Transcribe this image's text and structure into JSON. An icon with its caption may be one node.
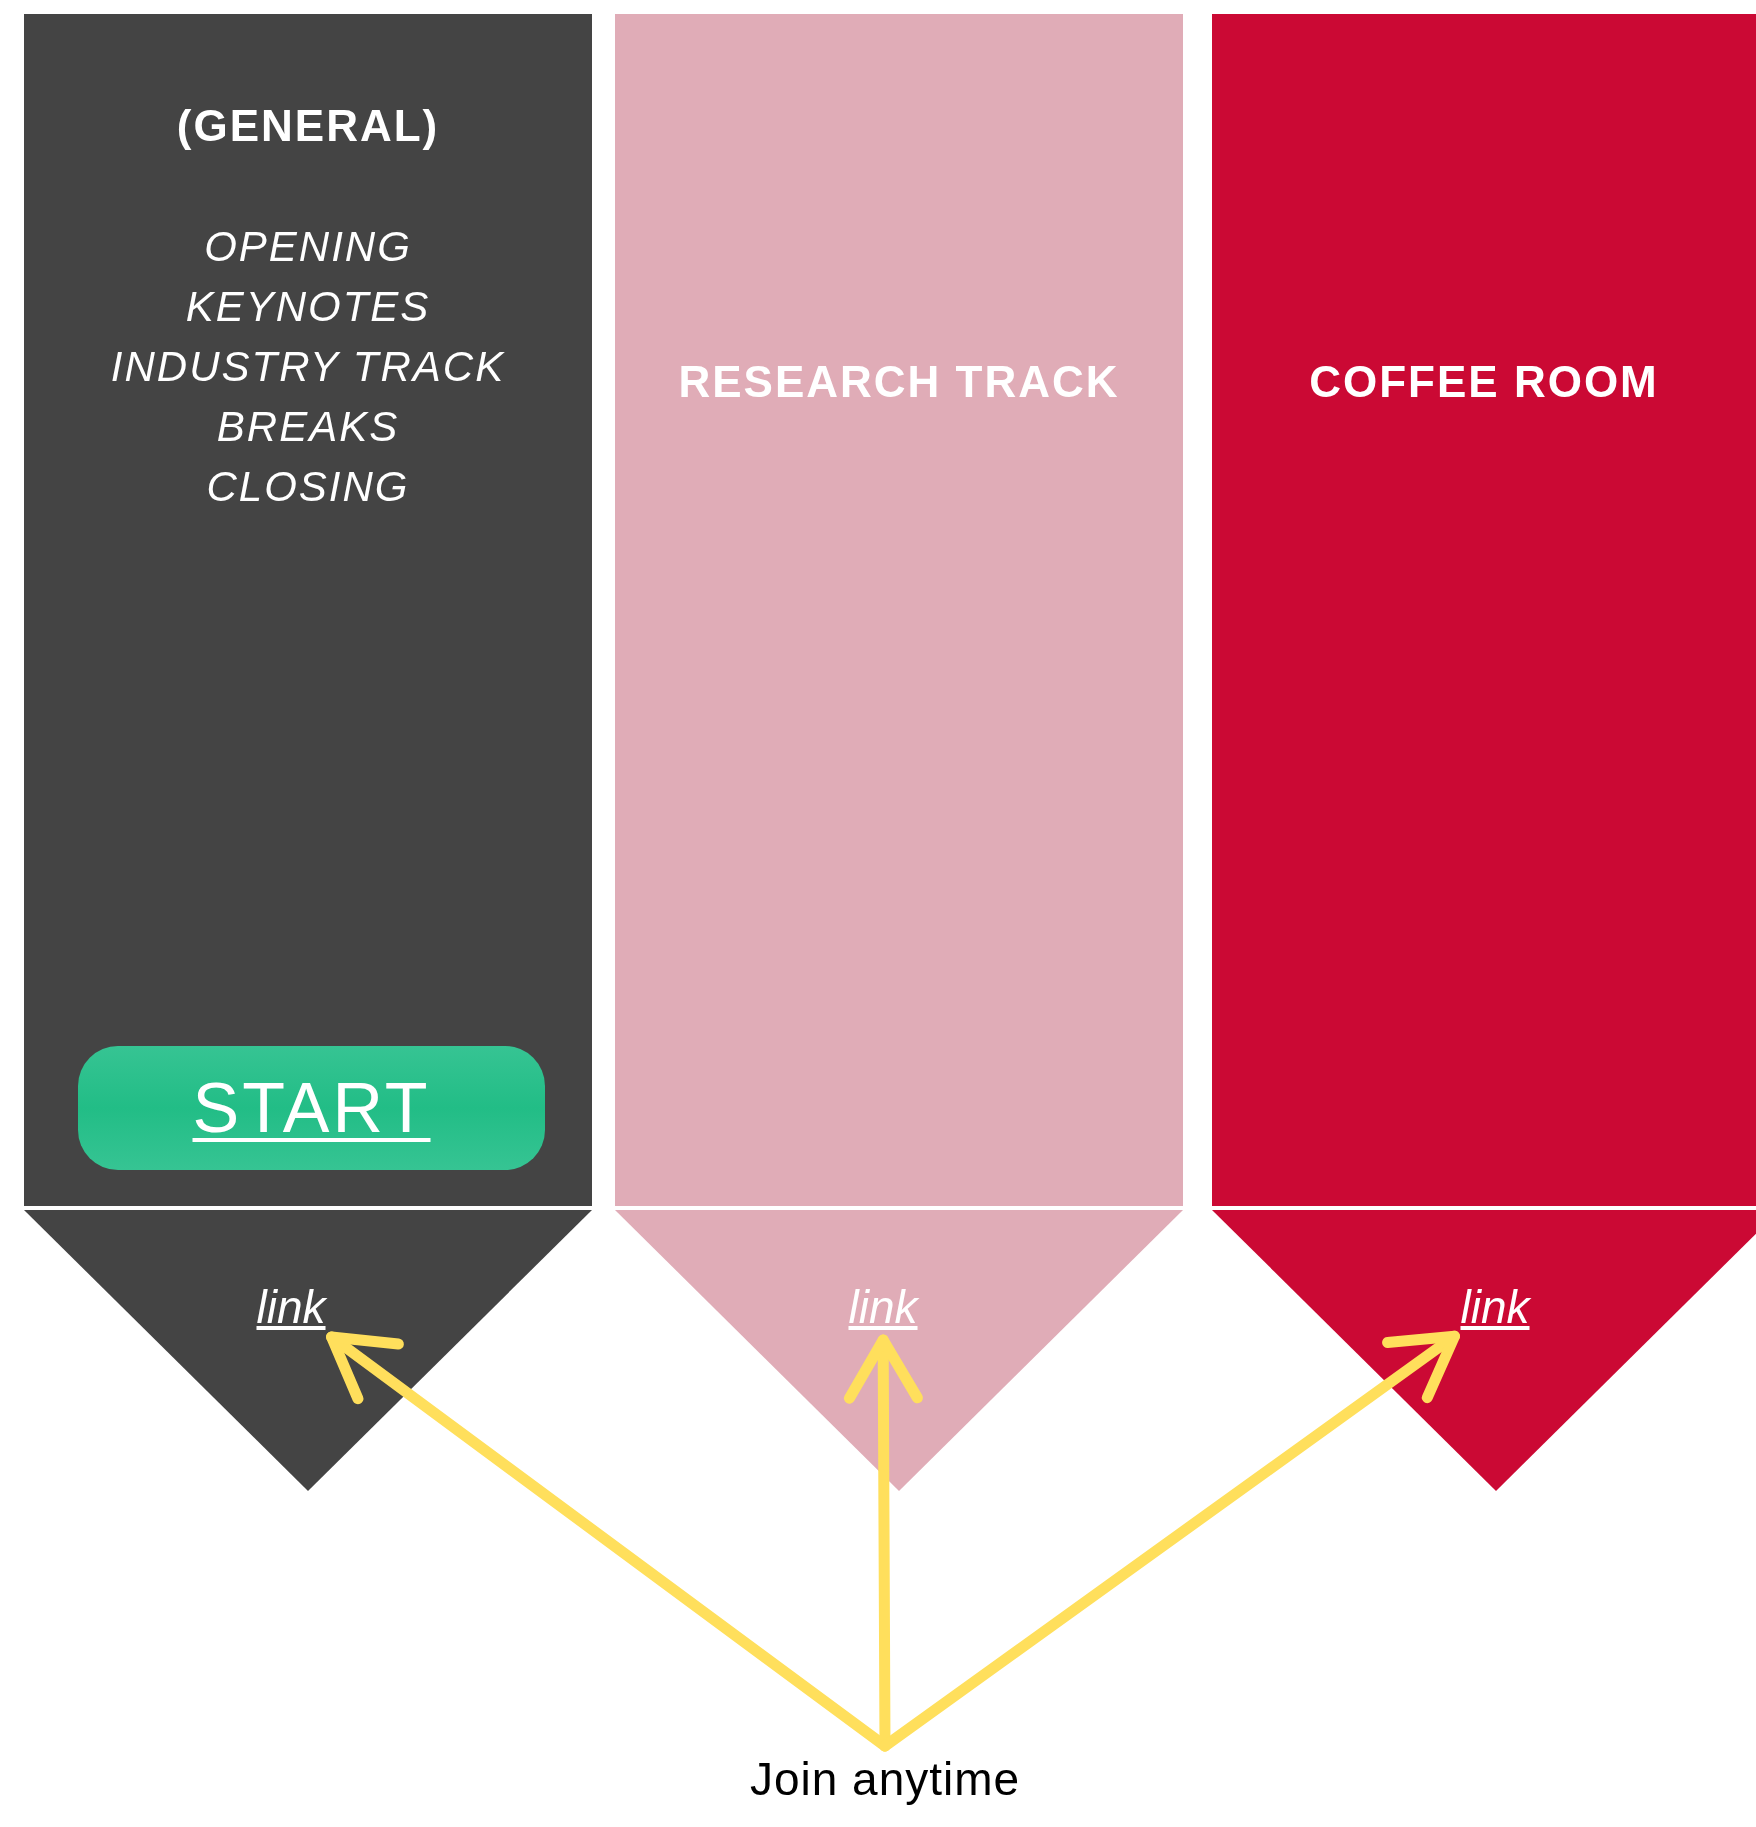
{
  "diagram": {
    "nodes": [
      {
        "text": [
          "(GENERAL)",
          "OPENING",
          "KEYNOTES",
          "INDUSTRY TRACK",
          "BREAKS",
          "CLOSING"
        ]
      },
      {
        "text": [
          "START"
        ],
        "in": 0
      },
      {
        "text": [
          "link"
        ]
      },
      {
        "text": [
          "RESEARCH TRACK"
        ]
      },
      {
        "text": [
          "link"
        ]
      },
      {
        "text": [
          "COFFEE ROOM"
        ]
      },
      {
        "text": [
          "link"
        ]
      },
      {
        "text": [
          "Join anytime"
        ]
      }
    ],
    "edges": [
      {
        "from": 7,
        "to": 2,
        "arrow": "to"
      },
      {
        "from": 7,
        "to": 4,
        "arrow": "to"
      },
      {
        "from": 7,
        "to": 6,
        "arrow": "to"
      }
    ]
  }
}
